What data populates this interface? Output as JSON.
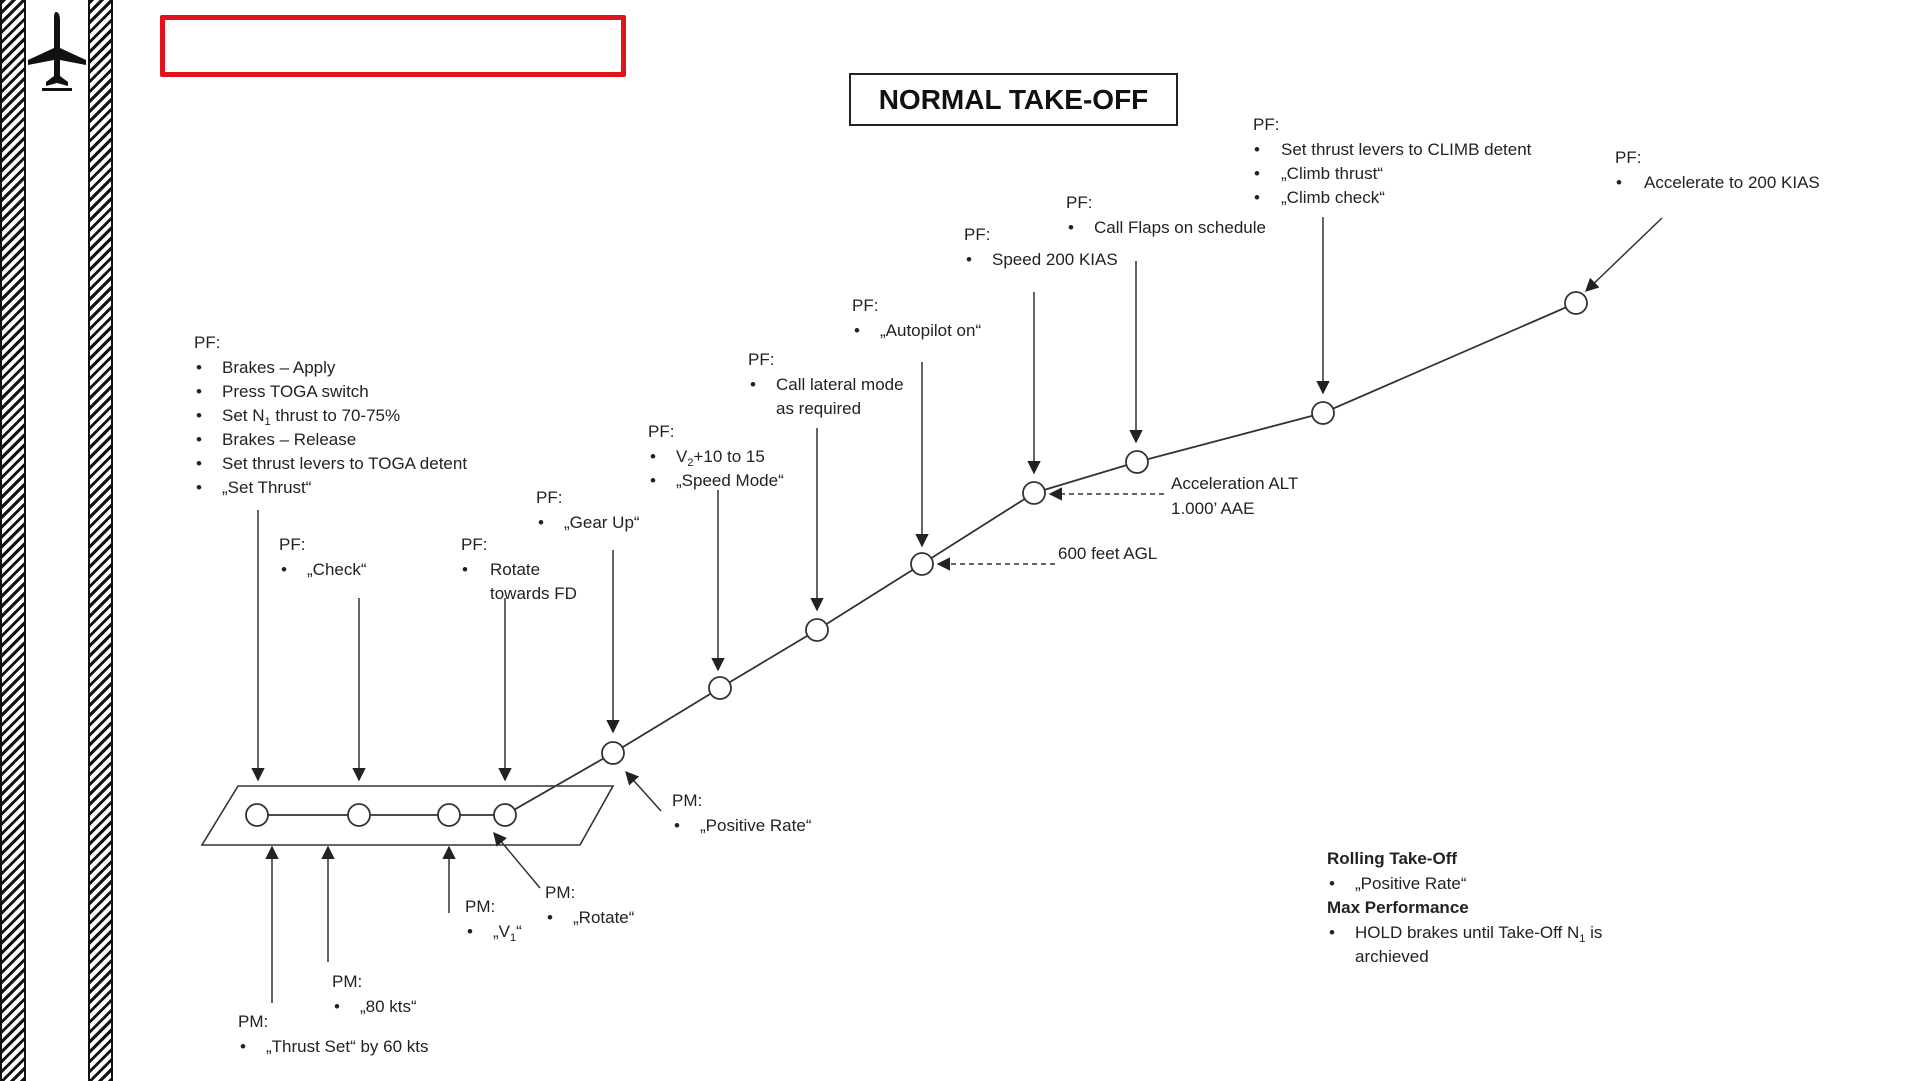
{
  "title": "NORMAL TAKE-OFF",
  "colors": {
    "frame_red": "#e0141a",
    "ink": "#222222"
  },
  "icons": {
    "sidebar": "airplane-icon"
  },
  "steps": {
    "s1": {
      "role": "PF:",
      "items": [
        "Brakes – Apply",
        "Press TOGA switch",
        "Set N1 thrust to 70-75%",
        "Brakes – Release",
        "Set thrust levers to TOGA detent",
        "„Set Thrust“"
      ]
    },
    "s2": {
      "role": "PF:",
      "items": [
        "„Check“"
      ]
    },
    "s3": {
      "role": "PF:",
      "items": [
        "Rotate",
        "towards FD"
      ]
    },
    "s4": {
      "role": "PF:",
      "items": [
        "„Gear Up“"
      ]
    },
    "s5": {
      "role": "PF:",
      "items": [
        "V2+10 to 15",
        "„Speed Mode“"
      ]
    },
    "s6": {
      "role": "PF:",
      "items": [
        "Call lateral mode",
        "as required"
      ]
    },
    "s7": {
      "role": "PF:",
      "items": [
        "„Autopilot on“"
      ]
    },
    "s8": {
      "role": "PF:",
      "items": [
        "Speed 200 KIAS"
      ]
    },
    "s9": {
      "role": "PF:",
      "items": [
        "Call Flaps on schedule"
      ]
    },
    "s10": {
      "role": "PF:",
      "items": [
        "Set thrust levers to CLIMB detent",
        "„Climb thrust“",
        "„Climb check“"
      ]
    },
    "s11": {
      "role": "PF:",
      "items": [
        "Accelerate to 200 KIAS"
      ]
    },
    "pm1": {
      "role": "PM:",
      "items": [
        "„Thrust Set“ by 60 kts"
      ]
    },
    "pm2": {
      "role": "PM:",
      "items": [
        "„80 kts“"
      ]
    },
    "pm3": {
      "role": "PM:",
      "items": [
        "„V1“"
      ]
    },
    "pm4": {
      "role": "PM:",
      "items": [
        "„Rotate“"
      ]
    },
    "pm5": {
      "role": "PM:",
      "items": [
        "„Positive Rate“"
      ]
    }
  },
  "markers": {
    "agl": "600 feet AGL",
    "accel_line1": "Acceleration ALT",
    "accel_line2": "1.000’ AAE"
  },
  "notes": {
    "rolling_title": "Rolling Take-Off",
    "rolling_item": "„Positive Rate“",
    "max_title": "Max Performance",
    "max_item_line1": "HOLD brakes until Take-Off N1 is",
    "max_item_line2": "archieved"
  },
  "subscript": "1",
  "subscript_v2": "2",
  "bullet": "•"
}
